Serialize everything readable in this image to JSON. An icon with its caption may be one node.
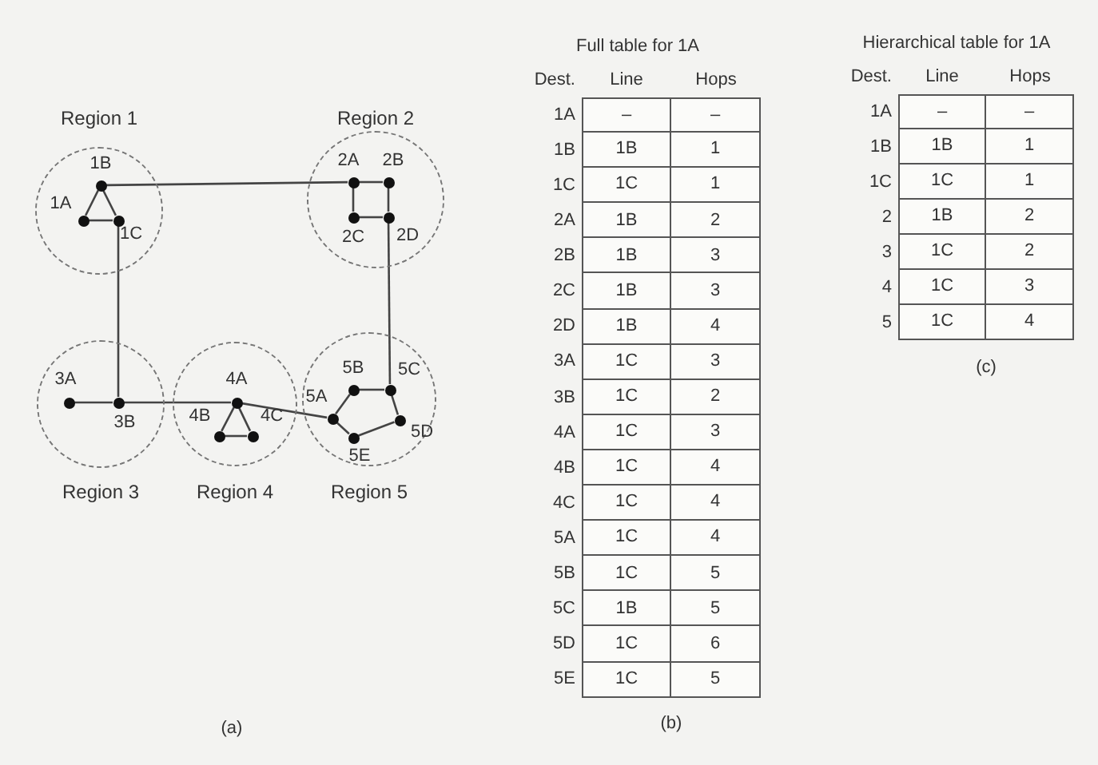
{
  "diagram": {
    "nodes": [
      {
        "text": [
          "Region 1"
        ]
      },
      {
        "text": [
          "1A"
        ],
        "in": 0
      },
      {
        "text": [
          "1B"
        ],
        "in": 0
      },
      {
        "text": [
          "1C"
        ],
        "in": 0
      },
      {
        "text": [
          "Region 2"
        ]
      },
      {
        "text": [
          "2A"
        ],
        "in": 4
      },
      {
        "text": [
          "2B"
        ],
        "in": 4
      },
      {
        "text": [
          "2C"
        ],
        "in": 4
      },
      {
        "text": [
          "2D"
        ],
        "in": 4
      },
      {
        "text": [
          "Region 3"
        ]
      },
      {
        "text": [
          "3A"
        ],
        "in": 9
      },
      {
        "text": [
          "3B"
        ],
        "in": 9
      },
      {
        "text": [
          "Region 4"
        ]
      },
      {
        "text": [
          "4A"
        ],
        "in": 12
      },
      {
        "text": [
          "4B"
        ],
        "in": 12
      },
      {
        "text": [
          "4C"
        ],
        "in": 12
      },
      {
        "text": [
          "Region 5"
        ]
      },
      {
        "text": [
          "5A"
        ],
        "in": 16
      },
      {
        "text": [
          "5B"
        ],
        "in": 16
      },
      {
        "text": [
          "5C"
        ],
        "in": 16
      },
      {
        "text": [
          "5D"
        ],
        "in": 16
      },
      {
        "text": [
          "5E"
        ],
        "in": 16
      }
    ],
    "edges": [
      {
        "from": 1,
        "to": 2,
        "arrow": "none"
      },
      {
        "from": 2,
        "to": 3,
        "arrow": "none"
      },
      {
        "from": 1,
        "to": 3,
        "arrow": "none"
      },
      {
        "from": 2,
        "to": 5,
        "arrow": "none"
      },
      {
        "from": 5,
        "to": 6,
        "arrow": "none"
      },
      {
        "from": 5,
        "to": 7,
        "arrow": "none"
      },
      {
        "from": 6,
        "to": 8,
        "arrow": "none"
      },
      {
        "from": 7,
        "to": 8,
        "arrow": "none"
      },
      {
        "from": 3,
        "to": 11,
        "arrow": "none"
      },
      {
        "from": 10,
        "to": 11,
        "arrow": "none"
      },
      {
        "from": 11,
        "to": 13,
        "arrow": "none"
      },
      {
        "from": 13,
        "to": 14,
        "arrow": "none"
      },
      {
        "from": 13,
        "to": 15,
        "arrow": "none"
      },
      {
        "from": 14,
        "to": 15,
        "arrow": "none"
      },
      {
        "from": 13,
        "to": 17,
        "arrow": "none"
      },
      {
        "from": 17,
        "to": 18,
        "arrow": "none"
      },
      {
        "from": 18,
        "to": 19,
        "arrow": "none"
      },
      {
        "from": 19,
        "to": 20,
        "arrow": "none"
      },
      {
        "from": 20,
        "to": 21,
        "arrow": "none"
      },
      {
        "from": 21,
        "to": 17,
        "arrow": "none"
      },
      {
        "from": 8,
        "to": 19,
        "arrow": "none"
      }
    ],
    "labels": [
      "Full table for 1A",
      "Dest.",
      "Line",
      "Hops",
      "1A",
      "–",
      "–",
      "1B",
      "1B",
      "1",
      "1C",
      "1C",
      "1",
      "2A",
      "1B",
      "2",
      "2B",
      "1B",
      "3",
      "2C",
      "1B",
      "3",
      "2D",
      "1B",
      "4",
      "3A",
      "1C",
      "3",
      "3B",
      "1C",
      "2",
      "4A",
      "1C",
      "3",
      "4B",
      "1C",
      "4",
      "4C",
      "1C",
      "4",
      "5A",
      "1C",
      "4",
      "5B",
      "1C",
      "5",
      "5C",
      "1B",
      "5",
      "5D",
      "1C",
      "6",
      "5E",
      "1C",
      "5",
      "(b)",
      "Hierarchical table for 1A",
      "Dest.",
      "Line",
      "Hops",
      "1A",
      "–",
      "–",
      "1B",
      "1B",
      "1",
      "1C",
      "1C",
      "1",
      "2",
      "1B",
      "2",
      "3",
      "1C",
      "2",
      "4",
      "1C",
      "3",
      "5",
      "1C",
      "4",
      "(c)",
      "(a)"
    ]
  }
}
